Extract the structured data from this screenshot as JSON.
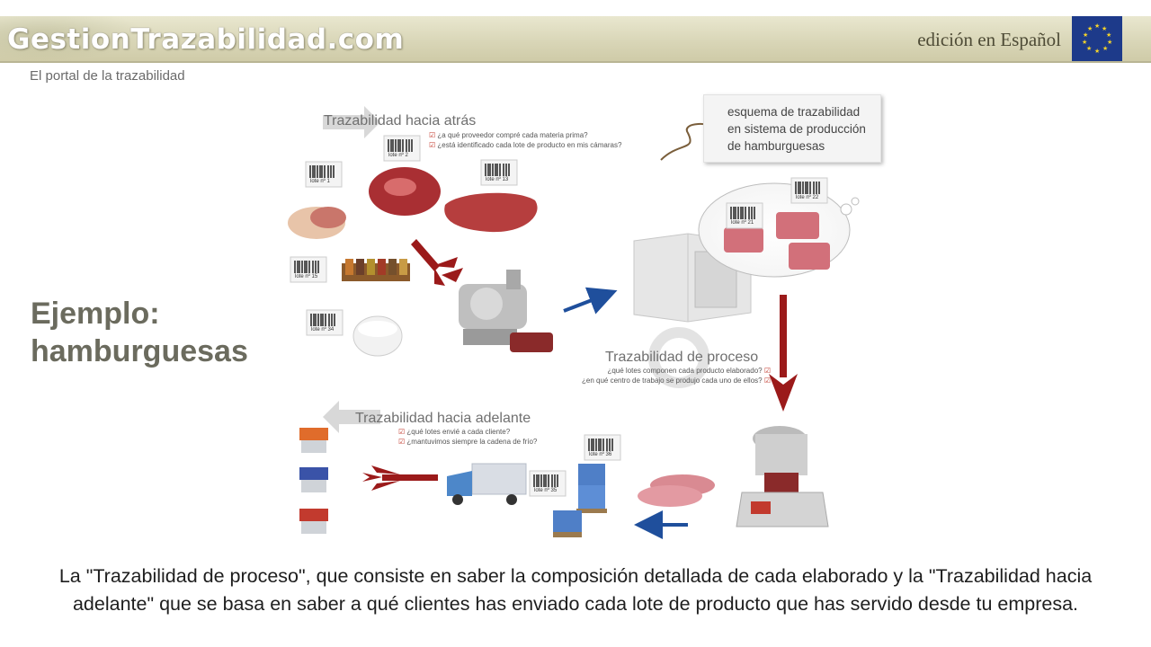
{
  "header": {
    "site_title": "GestionTrazabilidad.com",
    "edition": "edición en Español",
    "tagline": "El portal de la trazabilidad",
    "flag_icon": "eu-flag-icon"
  },
  "slide": {
    "title_line1": "Ejemplo:",
    "title_line2": "hamburguesas"
  },
  "diagram": {
    "note": {
      "line1": "esquema de trazabilidad",
      "line2": "en sistema de producción",
      "line3": "de hamburguesas"
    },
    "backward": {
      "label": "Trazabilidad hacia atrás",
      "q1": "¿a qué proveedor compré cada materia prima?",
      "q2": "¿está identificado cada lote de producto en mis cámaras?"
    },
    "process": {
      "label": "Trazabilidad de proceso",
      "q1": "¿qué lotes componen cada producto elaborado?",
      "q2": "¿en qué centro de trabajo se produjo cada uno de ellos?"
    },
    "forward": {
      "label": "Trazabilidad hacia adelante",
      "q1": "¿qué lotes envié a cada cliente?",
      "q2": "¿mantuvimos siempre la cadena de frío?"
    },
    "lots": {
      "l1": "lote nº 1",
      "l2": "lote nº 2",
      "l13": "lote nº 13",
      "l15": "lote nº 15",
      "l34": "lote nº 34",
      "l21": "lote nº 21",
      "l22": "lote nº 22",
      "l35": "lote nº 35",
      "l36": "lote nº 36"
    },
    "colors": {
      "red_arrow": "#9b1a1a",
      "blue_arrow": "#1f4f9c",
      "meat": "#b33a3a",
      "minced": "#d2707a"
    }
  },
  "caption": {
    "line1": "La \"Trazabilidad de proceso\", que consiste en saber la composición detallada de cada elaborado y la \"Trazabilidad hacia",
    "line2": "adelante\" que se basa en saber a qué clientes has enviado cada lote de producto que has servido desde tu empresa."
  }
}
